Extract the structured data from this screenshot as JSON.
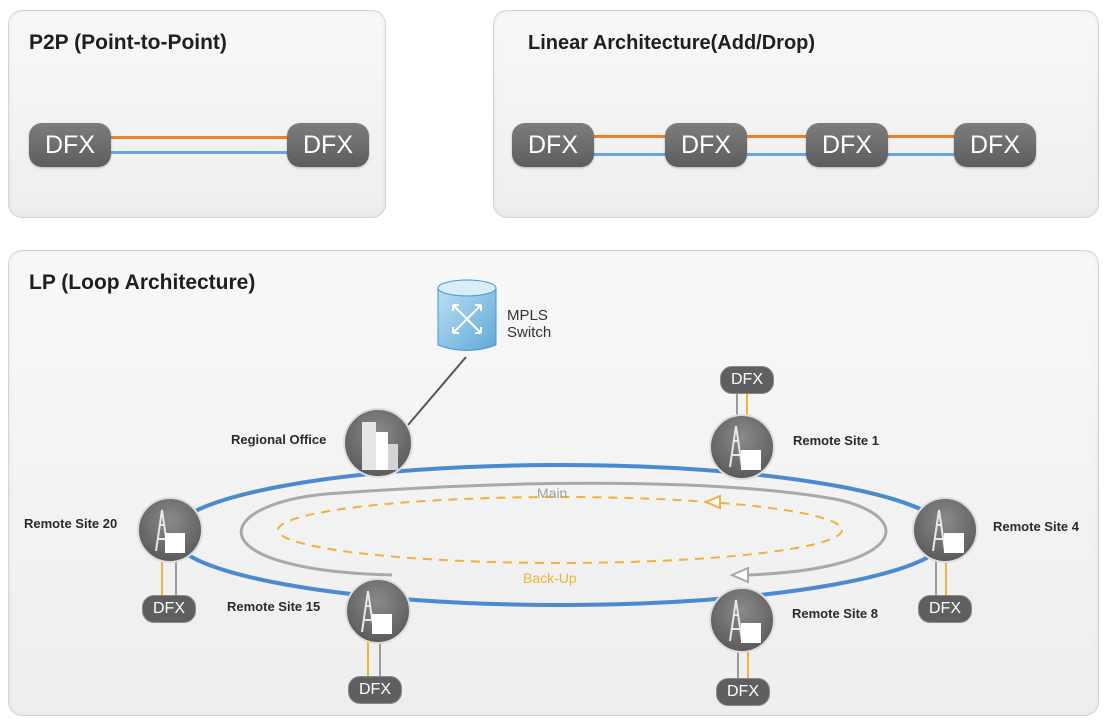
{
  "p2p": {
    "title": "P2P (Point-to-Point)",
    "nodes": [
      "DFX",
      "DFX"
    ]
  },
  "linear": {
    "title": "Linear Architecture(Add/Drop)",
    "nodes": [
      "DFX",
      "DFX",
      "DFX",
      "DFX"
    ]
  },
  "loop": {
    "title": "LP (Loop Architecture)",
    "mpls": {
      "line1": "MPLS",
      "line2": "Switch"
    },
    "sites": {
      "regional_office": "Regional Office",
      "remote_1": "Remote Site 1",
      "remote_4": "Remote Site 4",
      "remote_8": "Remote Site 8",
      "remote_15": "Remote Site 15",
      "remote_20": "Remote Site 20"
    },
    "ring": {
      "main": "Main",
      "backup": "Back-Up"
    },
    "dfx": {
      "remote_1": "DFX",
      "remote_4": "DFX",
      "remote_8": "DFX",
      "remote_15": "DFX",
      "remote_20": "DFX"
    }
  },
  "colors": {
    "primary_link": "#f07f2a",
    "secondary_link": "#6aa6df",
    "ring_outer": "#4a8ad0",
    "ring_inner": "#a9a9a9",
    "backup": "#f2b13a",
    "node": "#6b6b6b"
  },
  "icons": [
    "building-icon",
    "tower-icon",
    "switch-icon",
    "arrow-icon"
  ]
}
